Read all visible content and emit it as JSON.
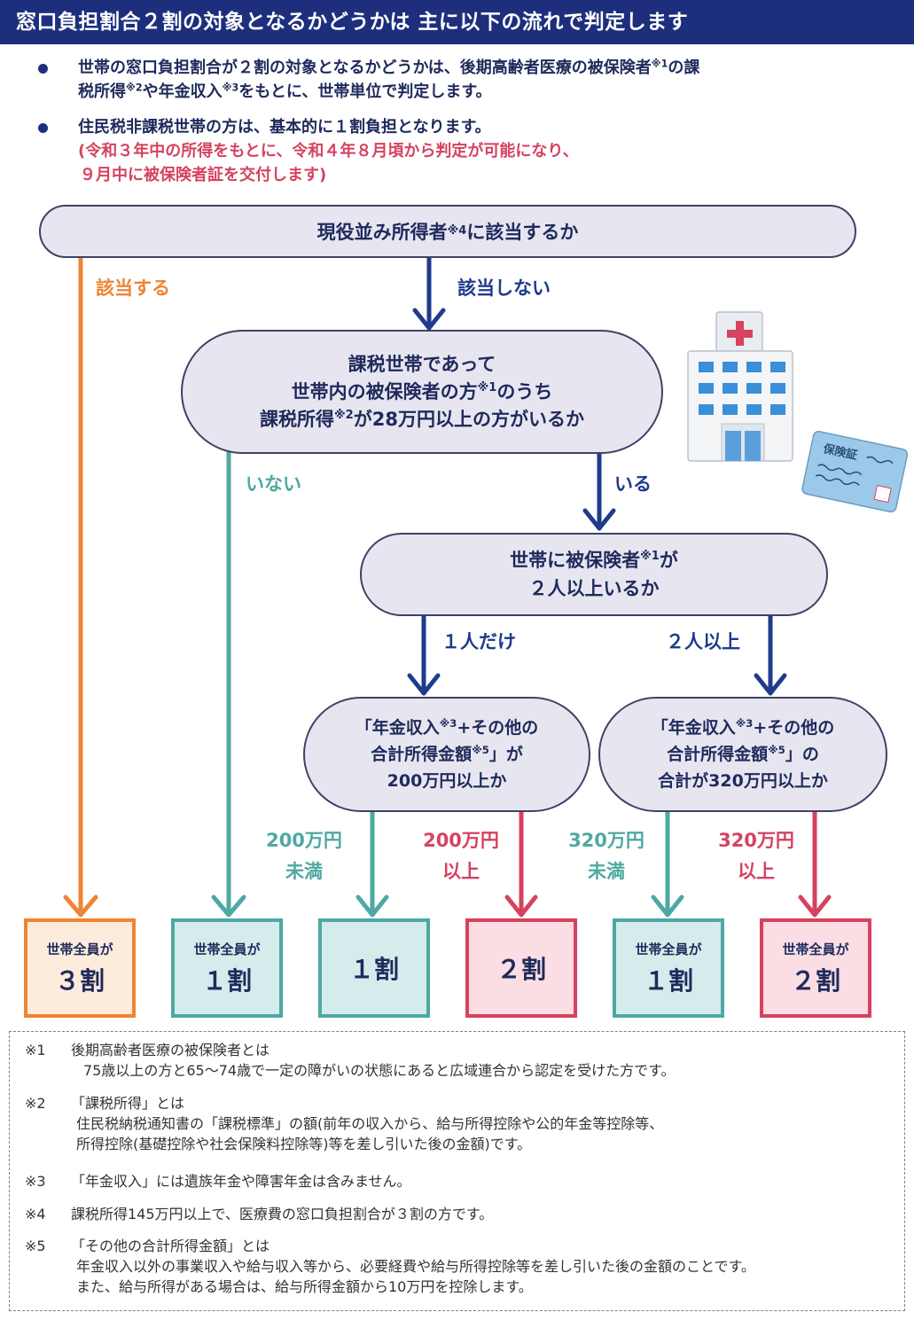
{
  "header": {
    "title": "窓口負担割合２割の対象となるかどうかは 主に以下の流れで判定します"
  },
  "intro": {
    "bullet1_line1": "世帯の窓口負担割合が２割の対象となるかどうかは、後期高齢者医療の被保険者",
    "bullet1_sup1": "※1",
    "bullet1_line1_end": "の課",
    "bullet1_line2a": "税所得",
    "bullet1_sup2": "※2",
    "bullet1_line2b": "や年金収入",
    "bullet1_sup3": "※3",
    "bullet1_line2c": "をもとに、世帯単位で判定します。",
    "bullet2_line1": "住民税非課税世帯の方は、基本的に１割負担となります。",
    "bullet2_note1": "(令和３年中の所得をもとに、令和４年８月頃から判定が可能になり、",
    "bullet2_note2": "９月中に被保険者証を交付します)"
  },
  "flow": {
    "q1": {
      "text": "現役並み所得者",
      "sup": "※4",
      "text_end": "に該当するか"
    },
    "q1_yes": "該当する",
    "q1_no": "該当しない",
    "q2": {
      "line1": "課税世帯であって",
      "line2a": "世帯内の被保険者の方",
      "line2_sup": "※1",
      "line2b": "のうち",
      "line3a": "課税所得",
      "line3_sup": "※2",
      "line3b": "が28万円以上の方がいるか"
    },
    "q2_no": "いない",
    "q2_yes": "いる",
    "q3": {
      "line1a": "世帯に被保険者",
      "line1_sup": "※1",
      "line1b": "が",
      "line2": "２人以上いるか"
    },
    "q3_one": "１人だけ",
    "q3_two": "２人以上",
    "q4a": {
      "line1a": "「年金収入",
      "line1_sup": "※3",
      "line1b": "+その他の",
      "line2a": "合計所得金額",
      "line2_sup": "※5",
      "line2b": "」が",
      "line3": "200万円以上か"
    },
    "q4b": {
      "line1a": "「年金収入",
      "line1_sup": "※3",
      "line1b": "+その他の",
      "line2a": "合計所得金額",
      "line2_sup": "※5",
      "line2b": "」の",
      "line3": "合計が320万円以上か"
    },
    "q4a_under": {
      "line1": "200万円",
      "line2": "未満"
    },
    "q4a_over": {
      "line1": "200万円",
      "line2": "以上"
    },
    "q4b_under": {
      "line1": "320万円",
      "line2": "未満"
    },
    "q4b_over": {
      "line1": "320万円",
      "line2": "以上"
    }
  },
  "results": [
    {
      "small": "世帯全員が",
      "big": "３割"
    },
    {
      "small": "世帯全員が",
      "big": "１割"
    },
    {
      "small": "",
      "big": "１割"
    },
    {
      "small": "",
      "big": "２割"
    },
    {
      "small": "世帯全員が",
      "big": "１割"
    },
    {
      "small": "世帯全員が",
      "big": "２割"
    }
  ],
  "illustration": {
    "card_label": "保険証"
  },
  "notes": [
    {
      "mark": "※1",
      "lines": [
        "後期高齢者医療の被保険者とは",
        "75歳以上の方と65～74歳で一定の障がいの状態にあると広域連合から認定を受けた方です。"
      ]
    },
    {
      "mark": "※2",
      "lines": [
        "「課税所得」とは",
        "住民税納税通知書の「課税標準」の額(前年の収入から、給与所得控除や公的年金等控除等、",
        "所得控除(基礎控除や社会保険料控除等)等を差し引いた後の金額)です。"
      ]
    },
    {
      "mark": "※3",
      "lines": [
        "「年金収入」には遺族年金や障害年金は含みません。"
      ]
    },
    {
      "mark": "※4",
      "lines": [
        "課税所得145万円以上で、医療費の窓口負担割合が３割の方です。"
      ]
    },
    {
      "mark": "※5",
      "lines": [
        "「その他の合計所得金額」とは",
        "年金収入以外の事業収入や給与収入等から、必要経費や給与所得控除等を差し引いた後の金額のことです。",
        "また、給与所得がある場合は、給与所得金額から10万円を控除します。"
      ]
    }
  ],
  "colors": {
    "navy": "#1d2f7c",
    "orange": "#ee8434",
    "teal": "#4fa8a2",
    "red": "#d6425f",
    "pill": "#e7e6f0"
  }
}
